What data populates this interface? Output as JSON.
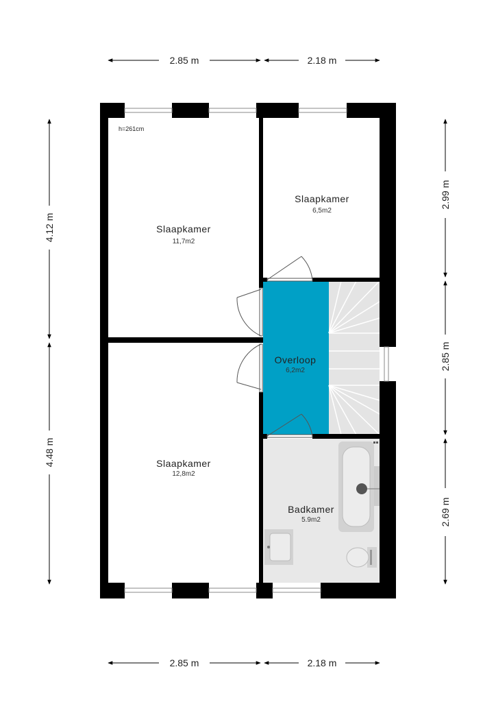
{
  "height_note": "h=261cm",
  "rooms": {
    "bedroom_top_left": {
      "name": "Slaapkamer",
      "area": "11,7m2"
    },
    "bedroom_top_right": {
      "name": "Slaapkamer",
      "area": "6,5m2"
    },
    "landing": {
      "name": "Overloop",
      "area": "6,2m2"
    },
    "bedroom_bottom_left": {
      "name": "Slaapkamer",
      "area": "12,8m2"
    },
    "bathroom": {
      "name": "Badkamer",
      "area": "5.9m2"
    }
  },
  "dimensions": {
    "top_left": "2.85 m",
    "top_right": "2.18 m",
    "bottom_left": "2.85 m",
    "bottom_right": "2.18 m",
    "left_upper": "4.12 m",
    "left_lower": "4.48 m",
    "right_upper": "2.99 m",
    "right_middle": "2.85 m",
    "right_lower": "2.69 m"
  },
  "colors": {
    "wall": "#000000",
    "landing_fill": "#00a0c6",
    "bathroom_fill": "#e8e8e8",
    "stairs_fill": "#e4e4e4",
    "window_frame": "#8a8a8a",
    "fixture_fill": "#d2d2d2"
  }
}
